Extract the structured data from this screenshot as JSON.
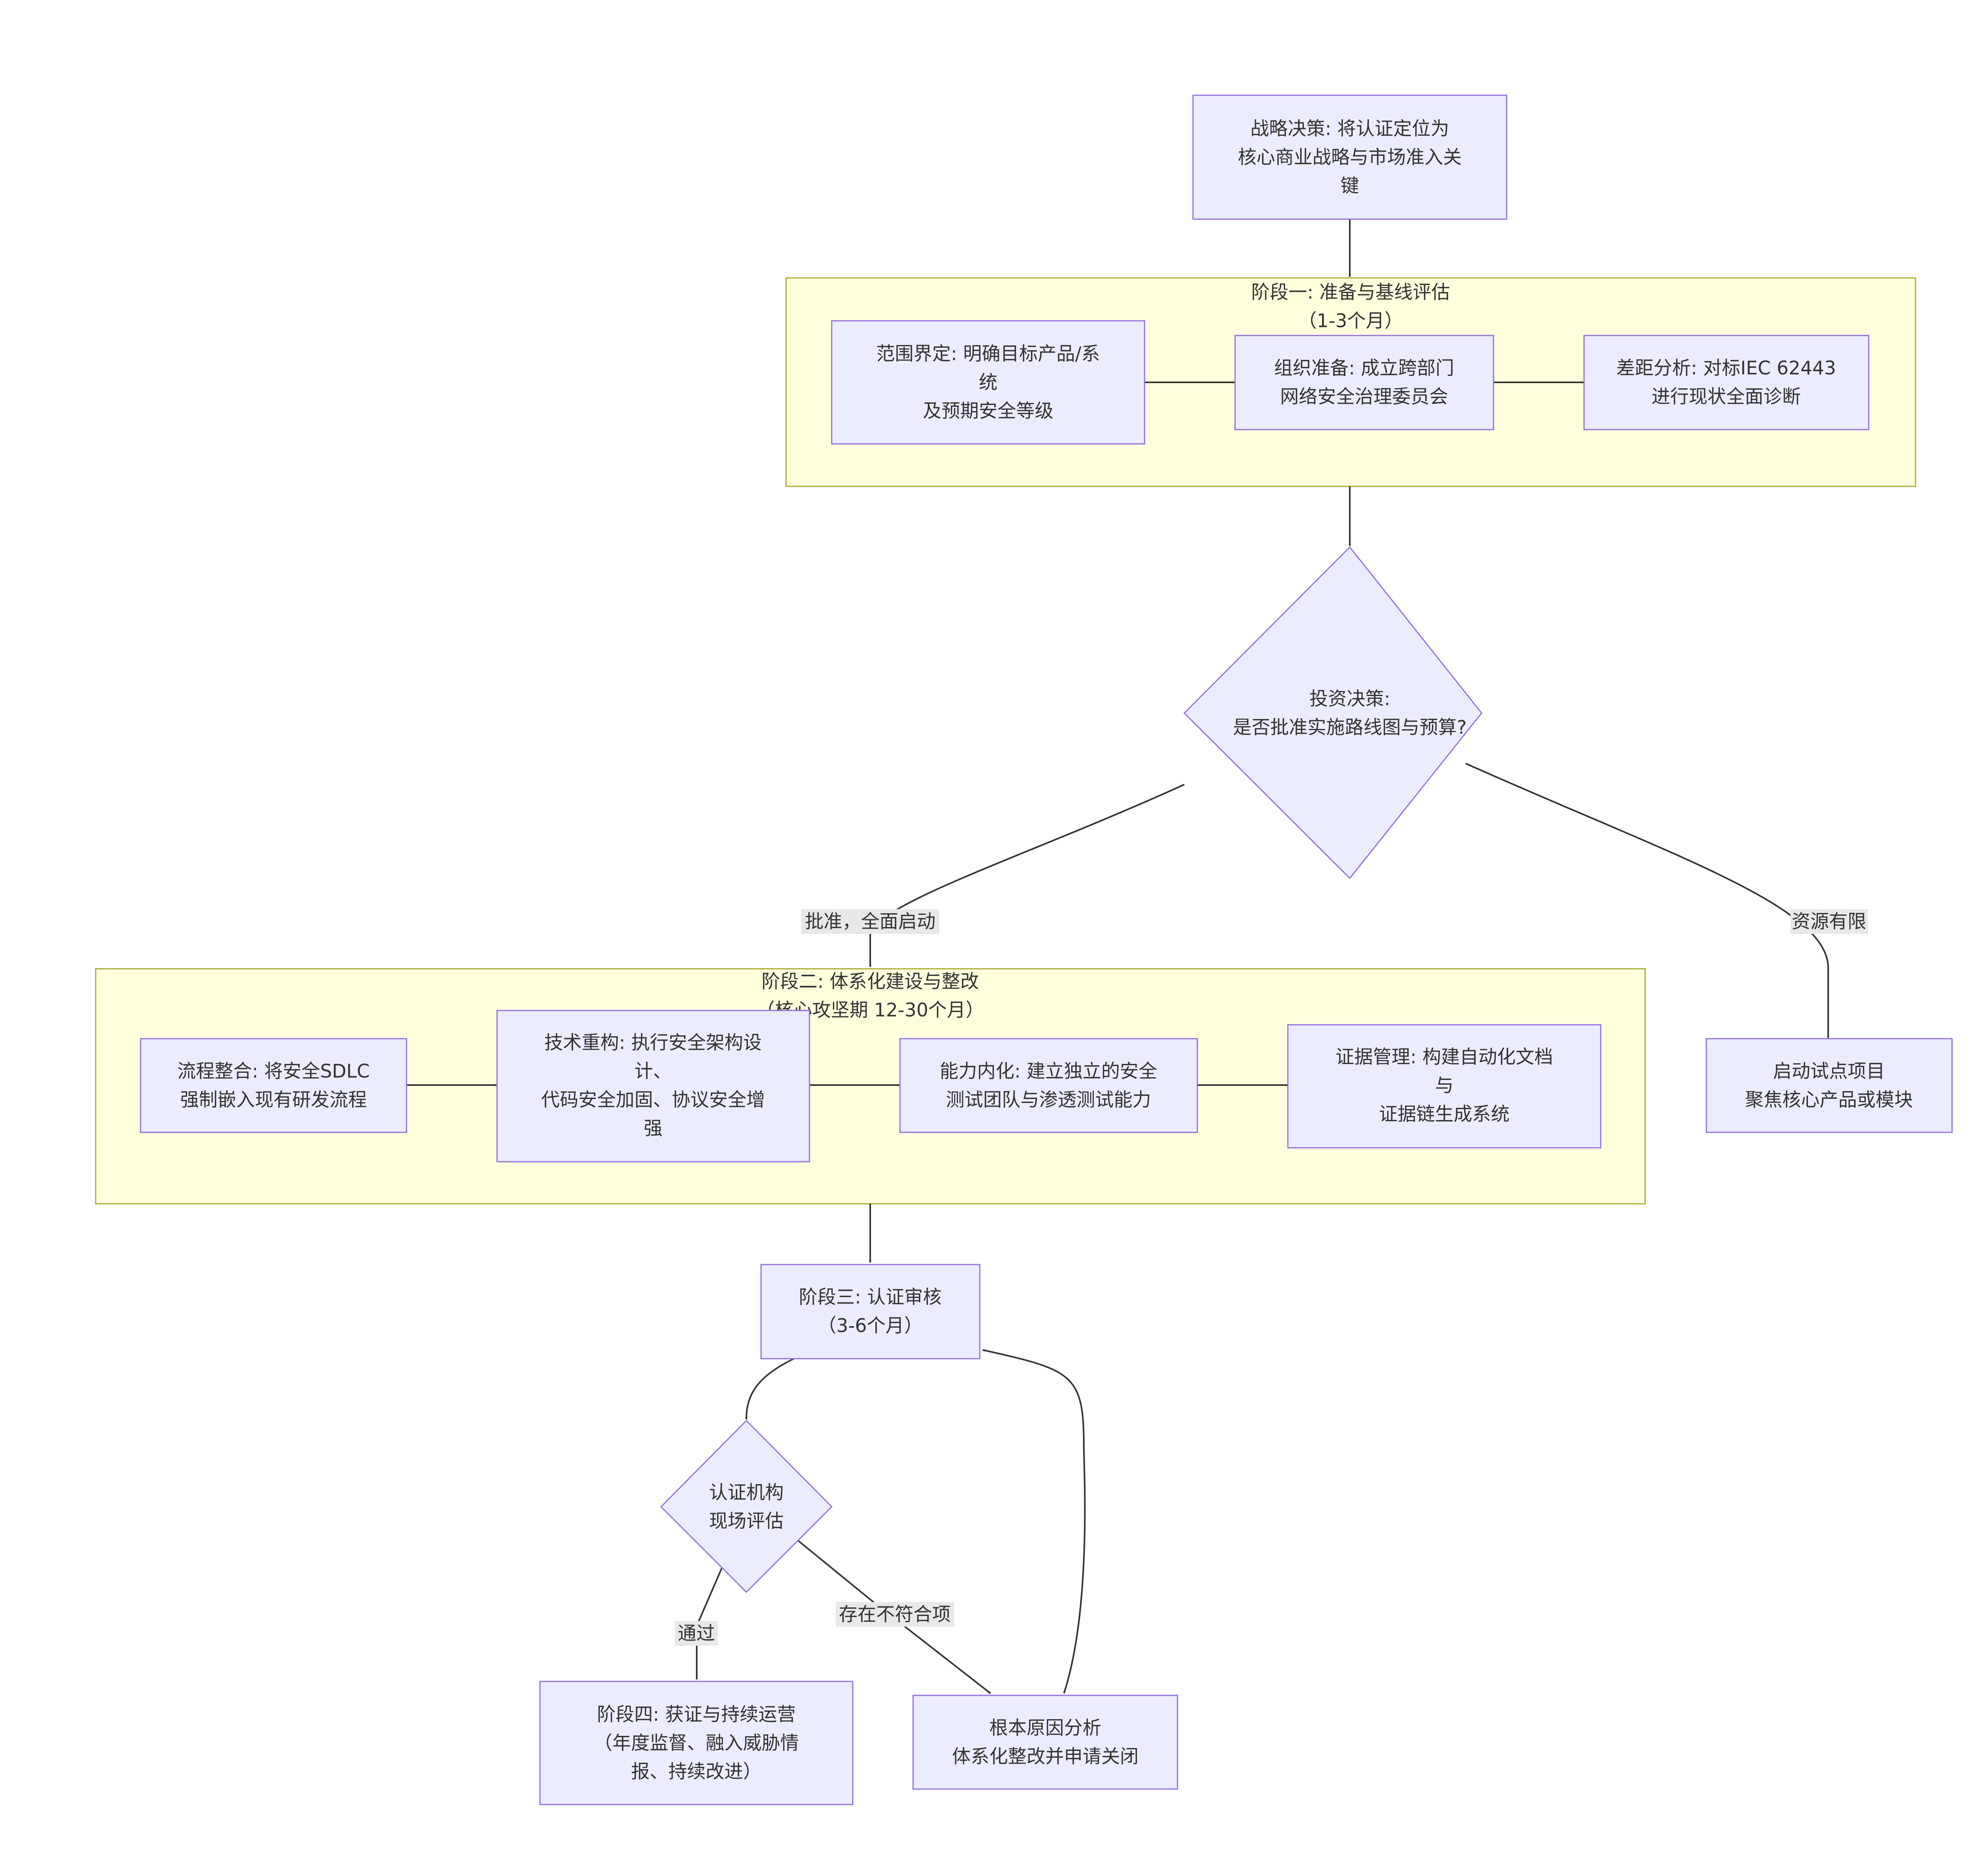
{
  "nodes": {
    "strategy": [
      "战略决策: 将认证定位为",
      "核心商业战略与市场准入关",
      "键"
    ],
    "scope": [
      "范围界定: 明确目标产品/系",
      "统",
      "及预期安全等级"
    ],
    "org": [
      "组织准备: 成立跨部门",
      "网络安全治理委员会"
    ],
    "gap": [
      "差距分析: 对标IEC 62443",
      "进行现状全面诊断"
    ],
    "invest": [
      "投资决策:",
      "是否批准实施路线图与预算?"
    ],
    "process": [
      "流程整合: 将安全SDLC",
      "强制嵌入现有研发流程"
    ],
    "tech": [
      "技术重构: 执行安全架构设",
      "计、",
      "代码安全加固、协议安全增",
      "强"
    ],
    "capability": [
      "能力内化: 建立独立的安全",
      "测试团队与渗透测试能力"
    ],
    "evidence": [
      "证据管理: 构建自动化文档",
      "与",
      "证据链生成系统"
    ],
    "pilot": [
      "启动试点项目",
      "聚焦核心产品或模块"
    ],
    "audit": [
      "阶段三: 认证审核",
      "（3-6个月）"
    ],
    "onsite": [
      "认证机构",
      "现场评估"
    ],
    "certified": [
      "阶段四: 获证与持续运营",
      "（年度监督、融入威胁情",
      "报、持续改进）"
    ],
    "rootcause": [
      "根本原因分析",
      "体系化整改并申请关闭"
    ]
  },
  "clusters": {
    "phase1": [
      "阶段一: 准备与基线评估",
      "（1-3个月）"
    ],
    "phase2": [
      "阶段二: 体系化建设与整改",
      "（核心攻坚期 12-30个月）"
    ]
  },
  "edge_labels": {
    "approve": "批准，全面启动",
    "limited": "资源有限",
    "pass": "通过",
    "nonconform": "存在不符合项"
  },
  "colors": {
    "node_fill": "#ECECFF",
    "node_stroke": "#9370DB",
    "cluster_fill": "#ffffde",
    "cluster_stroke": "#aaaa33",
    "edge": "#333333",
    "text": "#333333",
    "edge_label_bg": "#e8e8e8"
  }
}
